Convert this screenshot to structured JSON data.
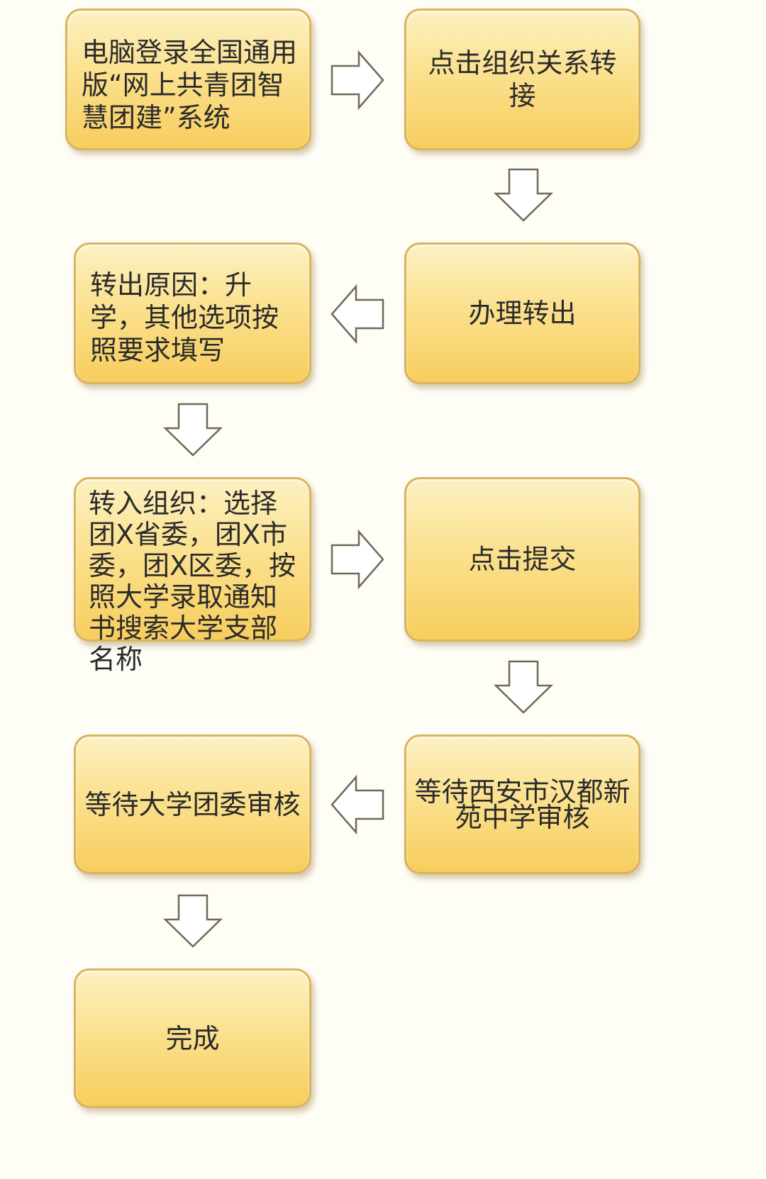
{
  "flowchart": {
    "steps": {
      "login": "电脑登录全国通用版“网上共青团智慧团建”系统",
      "click_transfer": "点击组织关系转接",
      "handle_out": "办理转出",
      "reason": "转出原因：升学，其他选项按照要求填写",
      "target_org": "转入组织：选择团X省委，团X市委，团X区委，按照大学录取通知书搜索大学支部名称",
      "submit": "点击提交",
      "wait_school": "等待西安市汉都新苑中学审核",
      "wait_university": "等待大学团委审核",
      "done": "完成"
    },
    "box_style": {
      "fill_top": "#fcf1c2",
      "fill_bottom": "#f7cd5d",
      "border": "#d9b35e"
    },
    "arrow_style": {
      "fill": "#ffffff",
      "stroke": "#6f6a55",
      "shape": "block-arrow"
    }
  }
}
